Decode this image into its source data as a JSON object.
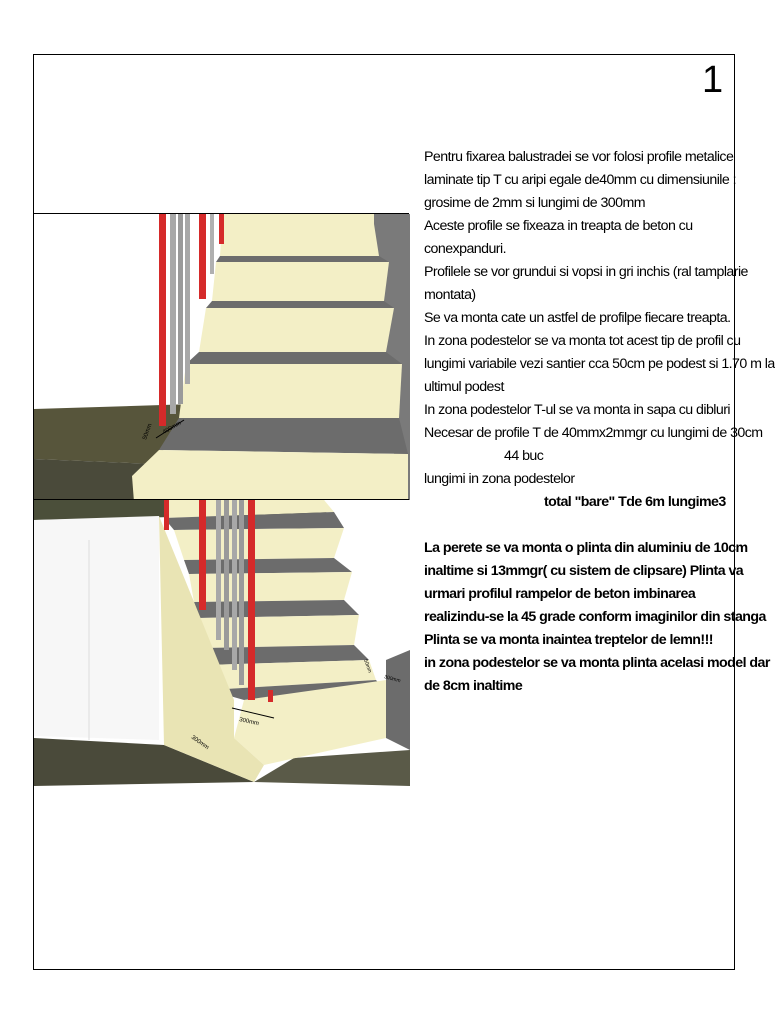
{
  "page": {
    "number": "1"
  },
  "colors": {
    "step": "#f3efc6",
    "concrete": "#6c6c6c",
    "post": "#d52a2a",
    "wood": "#57553b",
    "wall": "#ffffff"
  },
  "drawings": {
    "top": {
      "labels": [
        "400mm",
        "50mm"
      ]
    },
    "bottom": {
      "labels": [
        "300mm",
        "300mm",
        "50mm",
        "300mm"
      ]
    }
  },
  "text": {
    "paragraph1": [
      "Pentru  fixarea balustradei se vor folosi profile metalice",
      "laminate tip T  cu aripi egale de40mm cu dimensiunile :",
      "grosime de 2mm si lungimi de 300mm",
      "Aceste profile se fixeaza in treapta de beton cu",
      "conexpanduri.",
      "Profilele se vor grundui si vopsi in gri inchis (ral tamplarie",
      "montata)",
      "Se va monta cate un astfel de profilpe fiecare treapta.",
      "In zona podestelor se va monta tot acest tip de profil  cu",
      "lungimi variabile vezi santier cca 50cm pe podest si 1.70 m la",
      "ultimul podest",
      "In zona podestelor T-ul se va monta in sapa   cu dibluri",
      "Necesar de profile T de 40mmx2mmgr cu lungimi de 30cm"
    ],
    "count_line": "44 buc",
    "zone_line": "lungimi in zona  podestelor",
    "total_line": "total  \"bare\" Tde 6m lungime3",
    "paragraph2": [
      "La perete se va monta o plinta din aluminiu de 10cm",
      "inaltime si 13mmgr( cu sistem de clipsare) Plinta va",
      "urmari profilul rampelor de beton  imbinarea",
      "realizindu-se la 45 grade conform imaginilor din stanga",
      "Plinta se va monta inaintea treptelor de lemn!!!",
      "in zona podestelor se va monta plinta acelasi model dar",
      "de 8cm inaltime"
    ]
  }
}
